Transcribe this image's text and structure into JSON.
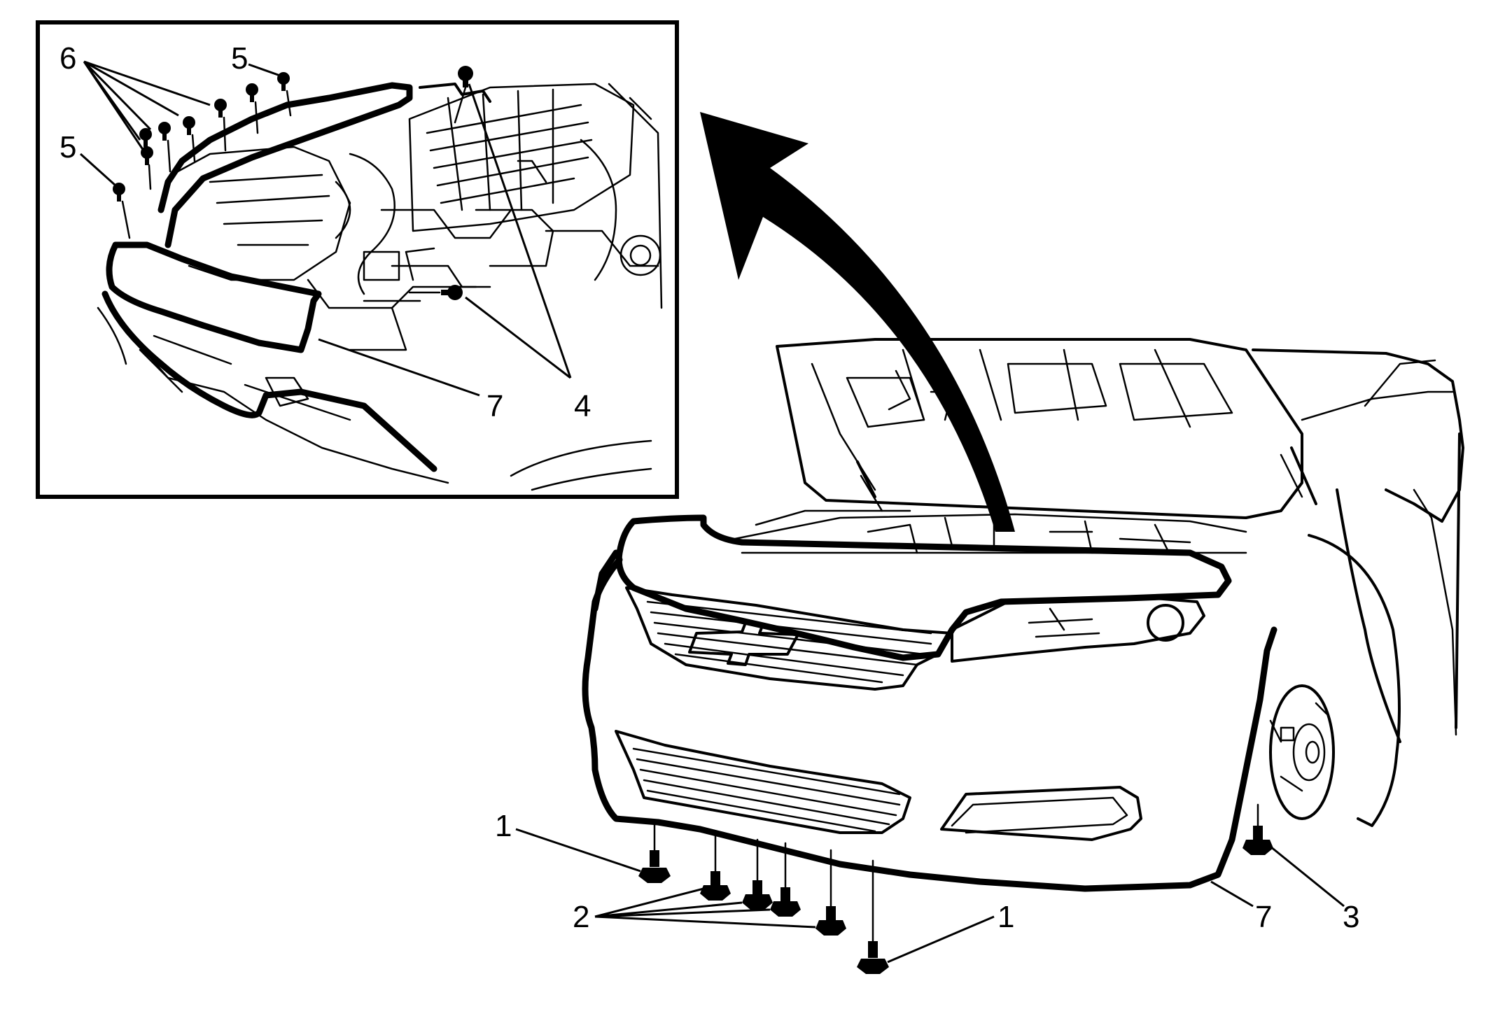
{
  "callouts": {
    "inset": {
      "c6": "6",
      "c5_top": "5",
      "c5_left": "5",
      "c7": "7",
      "c4": "4"
    },
    "main": {
      "c1_left": "1",
      "c2": "2",
      "c1_bottom": "1",
      "c7": "7",
      "c3": "3"
    }
  },
  "icons": {
    "fastener": "push-pin-retainer-icon",
    "bolt": "bolt-icon",
    "arrow": "removal-direction-arrow-icon"
  },
  "colors": {
    "line": "#000000",
    "background": "#ffffff"
  }
}
